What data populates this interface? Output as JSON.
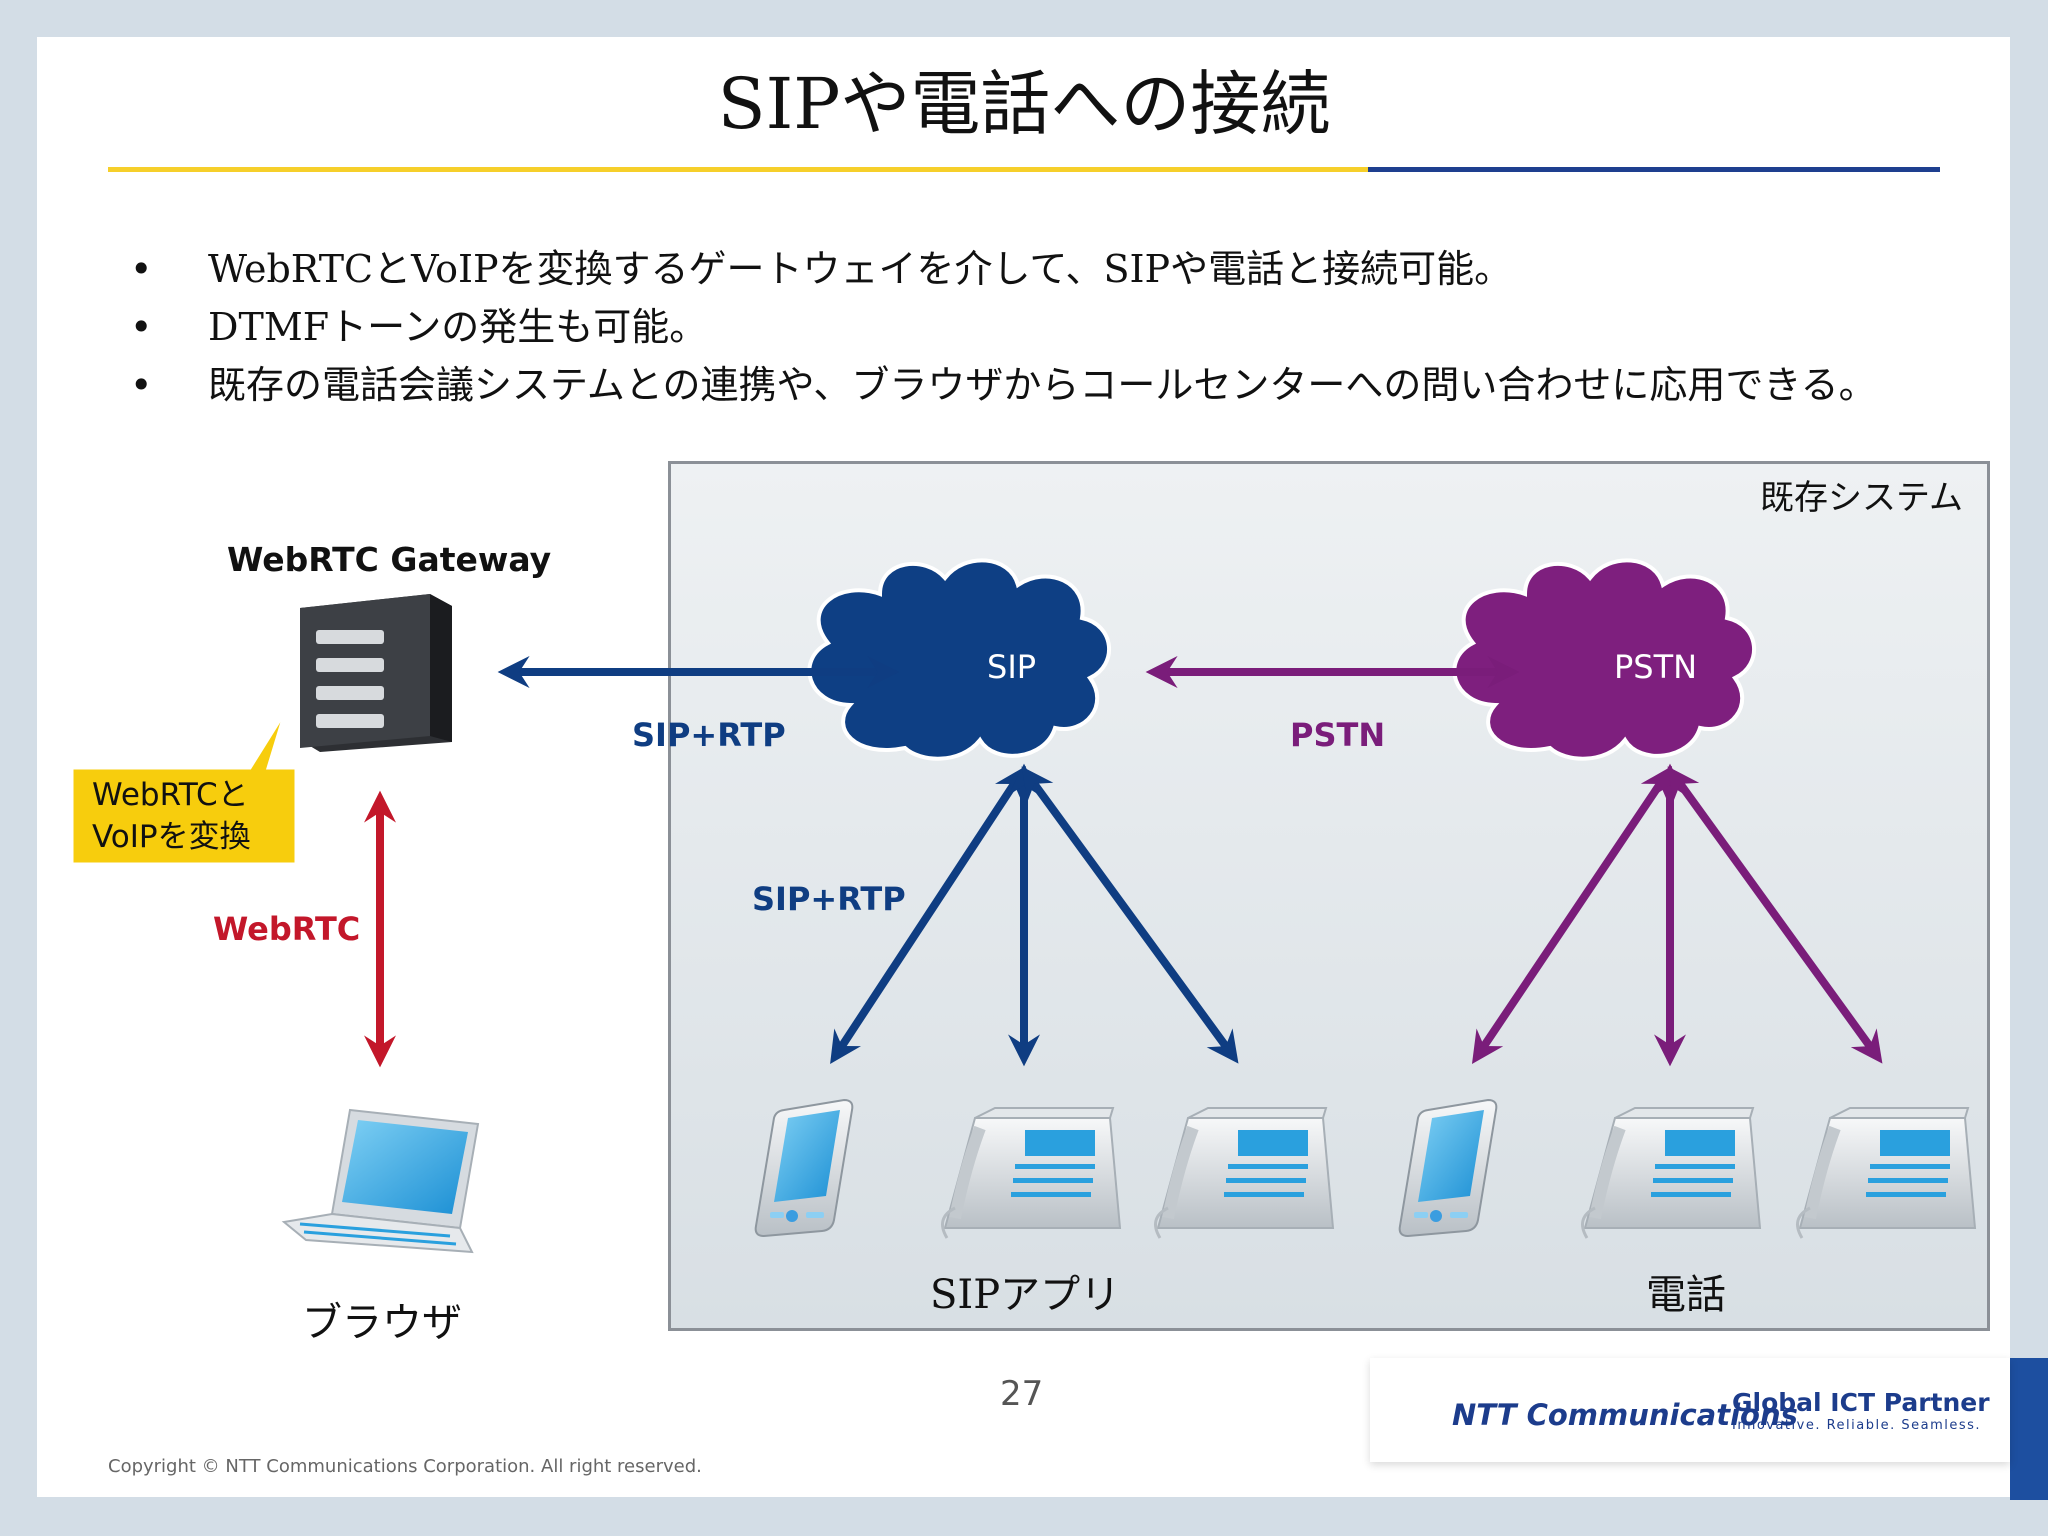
{
  "title": "SIPや電話への接続",
  "bullets": [
    "WebRTCとVoIPを変換するゲートウェイを介して、SIPや電話と接続可能。",
    "DTMFトーンの発生も可能。",
    "既存の電話会議システムとの連携や、ブラウザからコールセンターへの問い合わせに応用できる。"
  ],
  "bullet_marker": "•",
  "diagram": {
    "existing_system_label": "既存システム",
    "gateway_label": "WebRTC Gateway",
    "callout": [
      "WebRTCと",
      "VoIPを変換"
    ],
    "sip_cloud": "SIP",
    "pstn_cloud": "PSTN",
    "link_gateway_sip": "SIP+RTP",
    "link_sip_pstn": "PSTN",
    "link_sip_devices": "SIP+RTP",
    "link_gateway_browser": "WebRTC",
    "browser_label": "ブラウザ",
    "sip_devices_label": "SIPアプリ",
    "phone_devices_label": "電話"
  },
  "page_number": "27",
  "copyright": "Copyright © NTT Communications Corporation. All right reserved.",
  "logo": {
    "company": "NTT Communications",
    "tagline": "Global ICT Partner",
    "subtag": "Innovative. Reliable. Seamless."
  },
  "colors": {
    "sip_blue": "#0f3d82",
    "pstn_purple": "#7a1d7a",
    "webrtc_red": "#c3172a",
    "title_line_yellow": "#f6cf2a",
    "title_line_blue": "#1e3f8f",
    "callout_yellow": "#f7cd0d"
  }
}
